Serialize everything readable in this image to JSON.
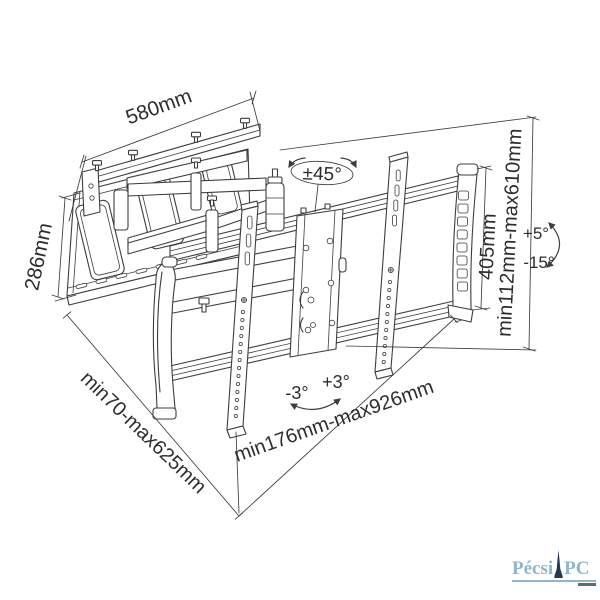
{
  "drawing": {
    "stroke_color": "#3d3d3d",
    "text_color": "#2d2d2d",
    "background": "#ffffff"
  },
  "annotations": {
    "width_580": "580mm",
    "plate_height_286": "286mm",
    "swivel": "±45°",
    "bracket_height_405": "405mm",
    "height_range": "min112mm-max610mm",
    "tilt_up": "+5°",
    "tilt_down": "-15°",
    "depth_range": "min70-max625mm",
    "level_left": "-3°",
    "level_right": "+3°",
    "width_range": "min176mm-max926mm"
  },
  "logo": {
    "text_left": "Pécsi",
    "text_right": "PC",
    "color_light": "#8fb7cb",
    "color_dark": "#243850"
  }
}
